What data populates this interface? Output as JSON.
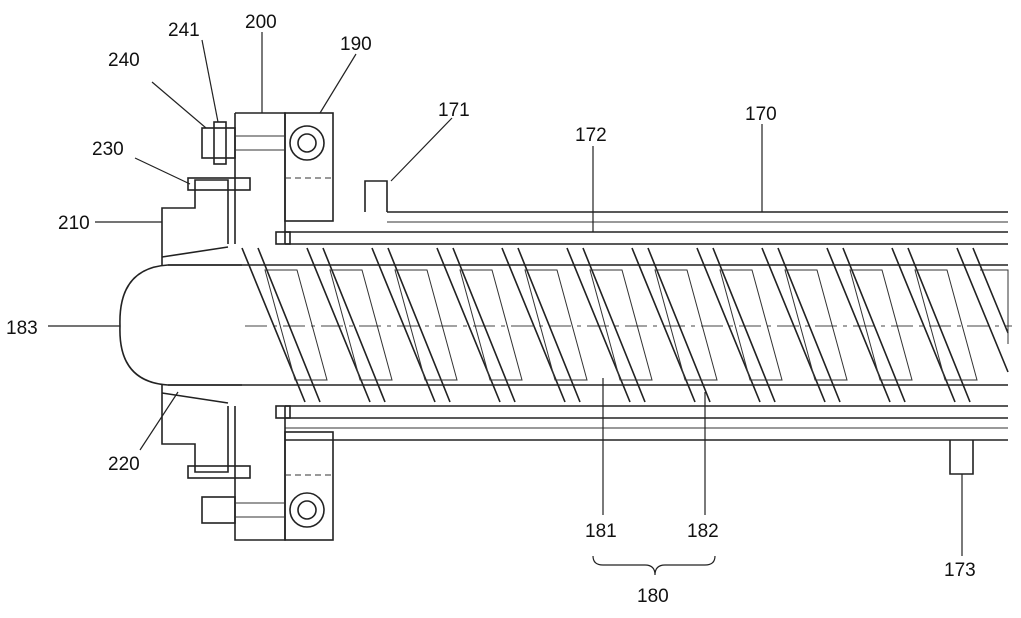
{
  "figure": {
    "labels": {
      "l170": "170",
      "l171": "171",
      "l172": "172",
      "l173": "173",
      "l180": "180",
      "l181": "181",
      "l182": "182",
      "l183": "183",
      "l190": "190",
      "l200": "200",
      "l210": "210",
      "l220": "220",
      "l230": "230",
      "l240": "240",
      "l241": "241"
    }
  }
}
